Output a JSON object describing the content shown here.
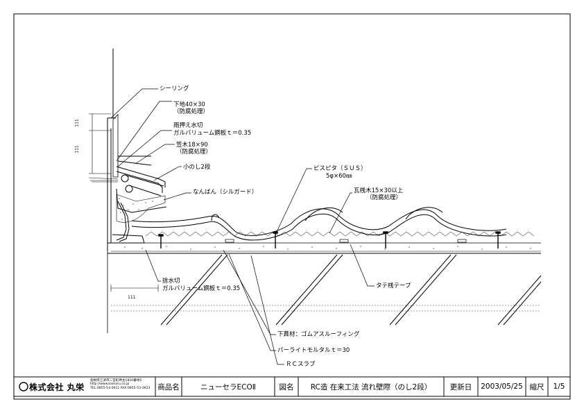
{
  "labels": {
    "sealing": "シーリング",
    "base_wood_1": "下地40×30",
    "base_wood_2": "（防腐処理）",
    "flashing_1": "雨押え水切",
    "flashing_2": "ガルバリューム鋼板ｔ＝0.35",
    "kasagi_1": "笠木18×90",
    "kasagi_2": "（防腐処理）",
    "konoshi": "小のし2段",
    "nanban": "なんばん（シルガード）",
    "screw_1": "ビスピタ（ＳＵＳ）",
    "screw_2": "5φ×60㎜",
    "batten_1": "瓦桟木15×30以上",
    "batten_2": "（防腐処理）",
    "drip_1": "捨水切",
    "drip_2": "ガルバリューム鋼板ｔ＝0.35",
    "tate_tape": "タテ桟テープ",
    "underlay": "下葺材：ゴムアスルーフィング",
    "mortar": "パーライトモルタルｔ＝30",
    "slab": "ＲＣスラブ",
    "dim_top": "111",
    "dim_mid": "111",
    "dim_bottom": "111"
  },
  "title_block": {
    "company": "株式会社 丸栄",
    "address_1": "島根県江津市二宮町神主1820番地5",
    "address_2": "http://www.kamaru.co.jp",
    "address_3": "TEL:0855-53-0611 FAX:0855-53-3623",
    "product_label": "商品名",
    "product_value": "ニューセラECOⅡ",
    "drawing_label": "図名",
    "drawing_value": "RC造 在来工法 流れ壁際（のし2段）",
    "date_label": "更新日",
    "date_value": "2003/05/25",
    "scale_label": "縮尺",
    "scale_value": "1/5"
  }
}
